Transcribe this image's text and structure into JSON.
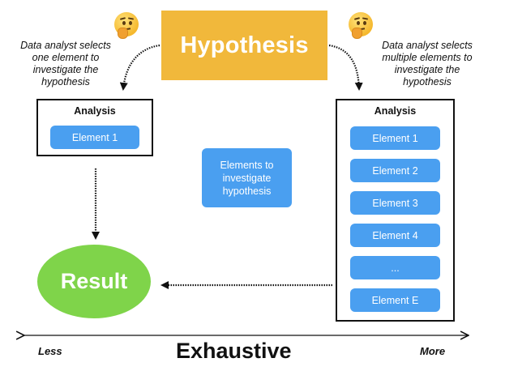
{
  "hypothesis": {
    "label": "Hypothesis"
  },
  "left_note": "Data analyst selects\none element to\ninvestigate the\nhypothesis",
  "right_note": "Data analyst selects\nmultiple elements to\ninvestigate the\nhypothesis",
  "left_analysis": {
    "title": "Analysis",
    "elements": [
      "Element 1"
    ]
  },
  "right_analysis": {
    "title": "Analysis",
    "elements": [
      "Element 1",
      "Element 2",
      "Element 3",
      "Element 4",
      "...",
      "Element E"
    ]
  },
  "legend_box": {
    "label": "Elements to\ninvestigate\nhypothesis"
  },
  "result": {
    "label": "Result"
  },
  "scale": {
    "low": "Less",
    "high": "More",
    "label": "Exhaustive"
  },
  "icons": {
    "thinking": "thinking-face-icon"
  },
  "colors": {
    "hypothesis": "#f1b83b",
    "element": "#4a9ff0",
    "result": "#7fd44a",
    "text": "#111111"
  }
}
